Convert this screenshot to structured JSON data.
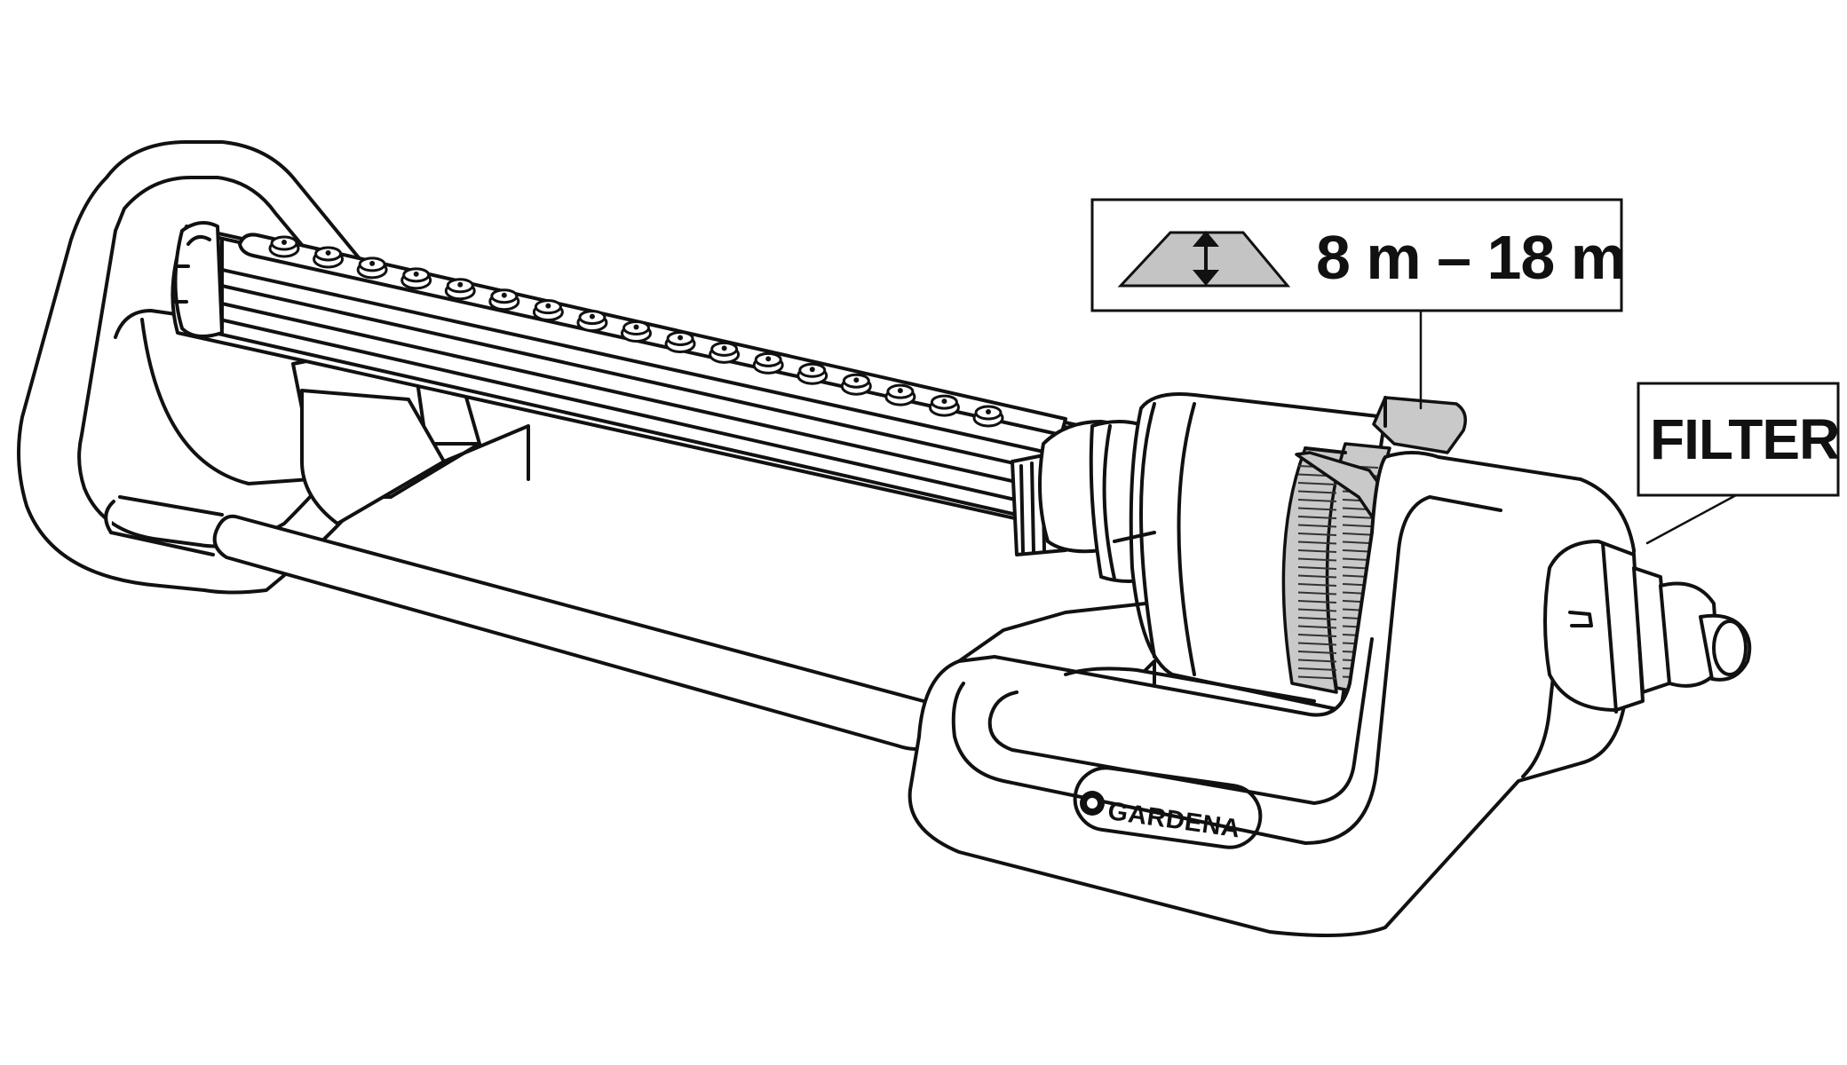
{
  "callouts": {
    "range": {
      "text": "8 m – 18 m",
      "icon": "spray-width-adjust-icon"
    },
    "filter": {
      "text": "FILTER"
    }
  },
  "product": {
    "brand": "GARDENA",
    "brand_icon": "gardena-logo-icon",
    "nozzle_count": 17
  },
  "colors": {
    "line": "#111111",
    "accent_grey": "#c9c9c9",
    "background": "#ffffff"
  }
}
